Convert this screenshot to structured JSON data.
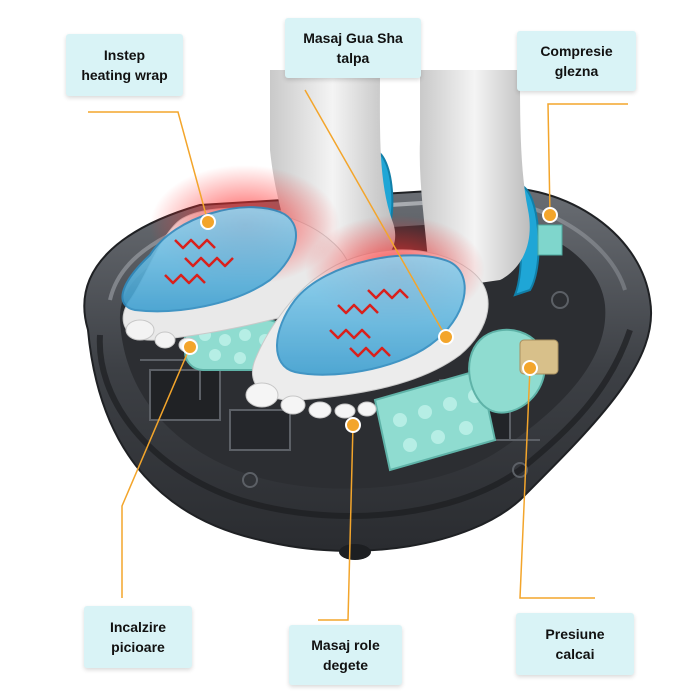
{
  "labels": {
    "instep": {
      "line1": "Instep",
      "line2": "heating wrap"
    },
    "gua_sha": {
      "line1": "Masaj Gua Sha",
      "line2": "talpa"
    },
    "compresie": {
      "line1": "Compresie",
      "line2": "glezna"
    },
    "incalzire": {
      "line1": "Incalzire",
      "line2": "picioare"
    },
    "role": {
      "line1": "Masaj role",
      "line2": "degete"
    },
    "presiune": {
      "line1": "Presiune",
      "line2": "calcai"
    }
  },
  "colors": {
    "callout_bg": "#d9f3f6",
    "leader_line": "#f3a52b",
    "device_shell": "#3a3d42",
    "roller_mint": "#8fdcd0",
    "heat_pad_blue": "#6ec6ea",
    "heat_wave_red": "#d9201c",
    "ankle_cuff_blue": "#1fa6d6"
  }
}
